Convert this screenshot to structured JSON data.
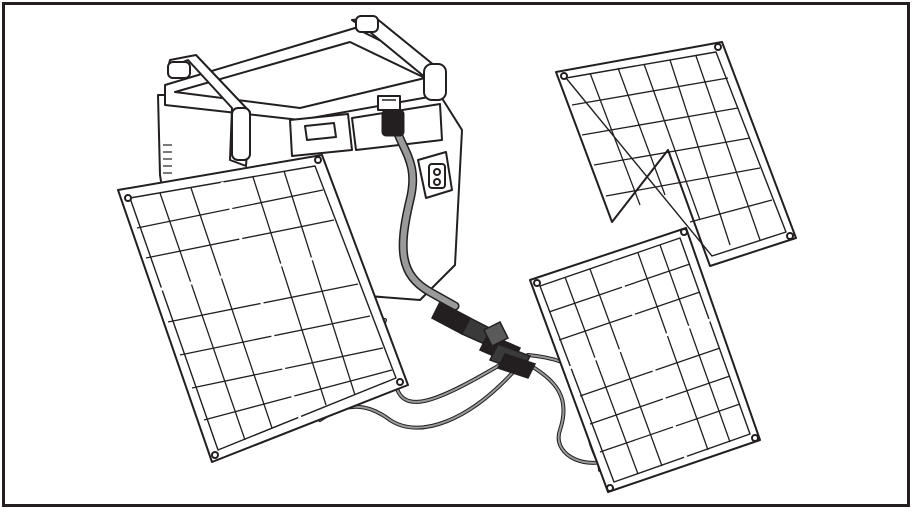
{
  "figure": {
    "kind": "line-art illustration",
    "subject_icons": [
      "power-station",
      "solar-panel",
      "solar-panel",
      "solar-panel",
      "cable",
      "connector"
    ],
    "colors": {
      "ink": "#231f20",
      "cable_fill": "#9a9a9a",
      "background": "#ffffff"
    }
  }
}
